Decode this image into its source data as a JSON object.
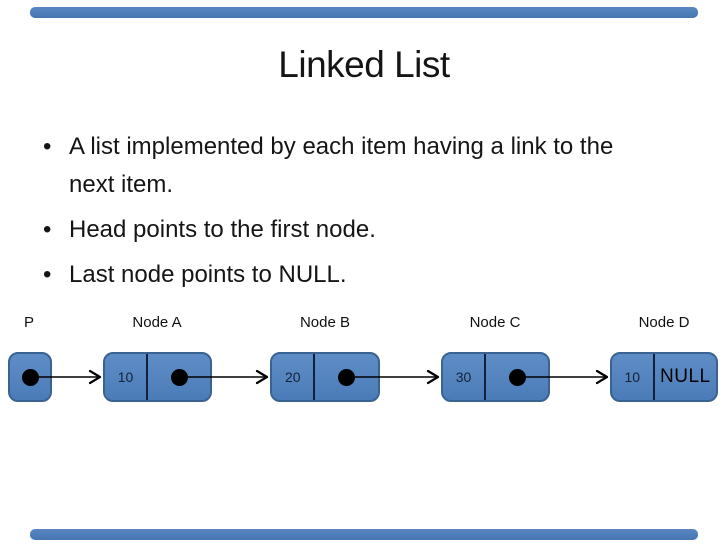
{
  "slide": {
    "title": "Linked List",
    "bullets": [
      "A list implemented by each item having a link to the next item.",
      "Head points to the first node.",
      "Last node points to NULL."
    ]
  },
  "diagram": {
    "head_pointer_label": "P",
    "nodes": [
      {
        "label": "Node A",
        "value": "10"
      },
      {
        "label": "Node B",
        "value": "20"
      },
      {
        "label": "Node C",
        "value": "30"
      },
      {
        "label": "Node D",
        "value": "10",
        "next_text": "NULL"
      }
    ]
  },
  "colors": {
    "node_fill": "#4f81bd",
    "node_border": "#3b6392",
    "divider": "#12203e",
    "decoration_bar": "#4d7ebd",
    "text": "#151515"
  }
}
